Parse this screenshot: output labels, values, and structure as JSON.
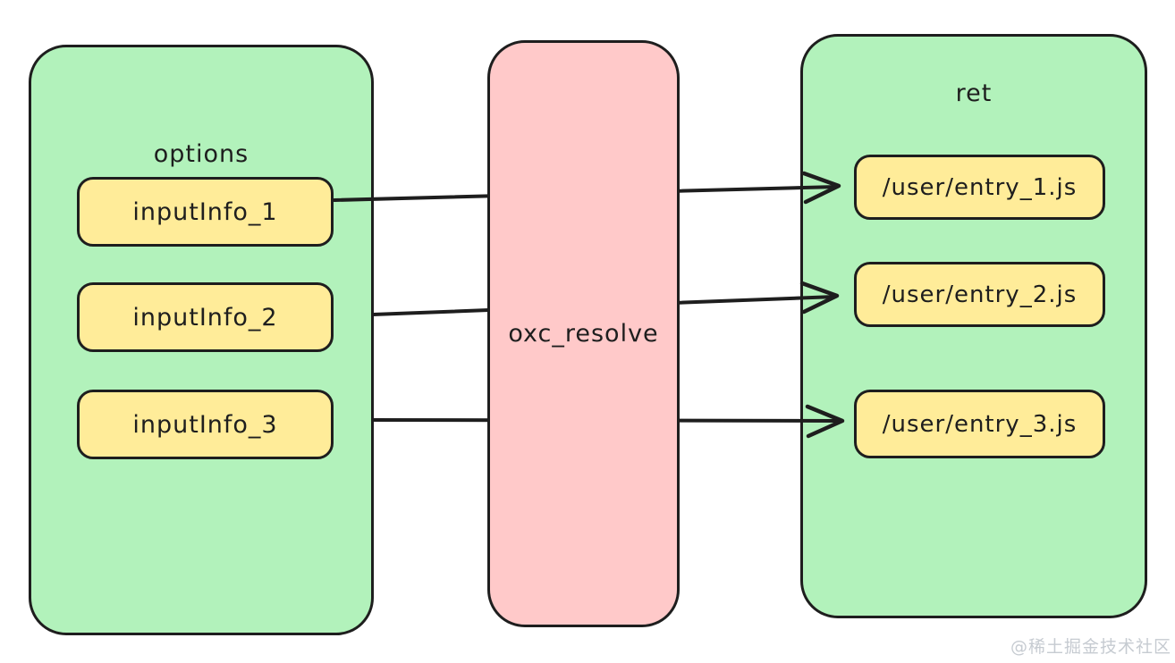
{
  "panels": {
    "options": {
      "label": "options",
      "fill": "#b2f2bb",
      "items": [
        {
          "label": "inputInfo_1"
        },
        {
          "label": "inputInfo_2"
        },
        {
          "label": "inputInfo_3"
        }
      ]
    },
    "resolver": {
      "label": "oxc_resolve",
      "fill": "#ffc9c9"
    },
    "ret": {
      "label": "ret",
      "fill": "#b2f2bb",
      "items": [
        {
          "label": "/user/entry_1.js"
        },
        {
          "label": "/user/entry_2.js"
        },
        {
          "label": "/user/entry_3.js"
        }
      ]
    }
  },
  "arrows": [
    {
      "from": "inputInfo_1",
      "through": "oxc_resolve",
      "to": "/user/entry_1.js"
    },
    {
      "from": "inputInfo_2",
      "through": "oxc_resolve",
      "to": "/user/entry_2.js"
    },
    {
      "from": "inputInfo_3",
      "through": "oxc_resolve",
      "to": "/user/entry_3.js"
    }
  ],
  "style": {
    "background": "#ffffff",
    "stroke_color": "#1e1e1e",
    "node_fill": "#ffec99",
    "watermark_color": "#c6cbd1"
  },
  "watermark": "@稀土掘金技术社区"
}
